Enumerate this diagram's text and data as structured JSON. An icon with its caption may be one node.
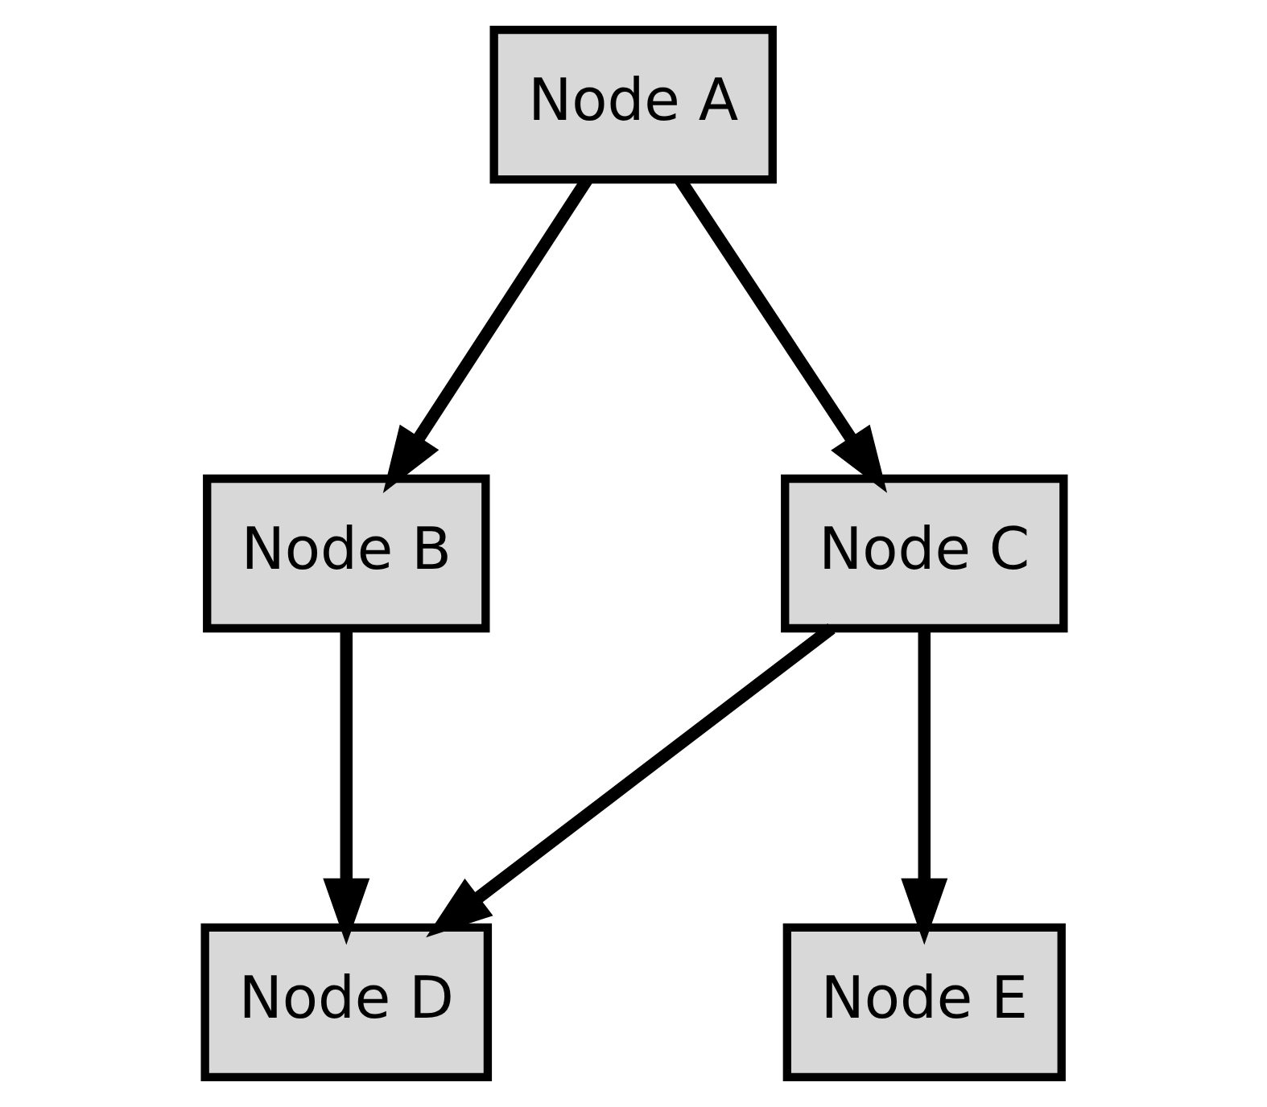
{
  "diagram": {
    "nodes": [
      {
        "text": [
          "Node A"
        ]
      },
      {
        "text": [
          "Node B"
        ]
      },
      {
        "text": [
          "Node C"
        ]
      },
      {
        "text": [
          "Node D"
        ]
      },
      {
        "text": [
          "Node E"
        ]
      }
    ],
    "edges": [
      {
        "from": 0,
        "to": 1,
        "arrow": "to"
      },
      {
        "from": 0,
        "to": 2,
        "arrow": "to"
      },
      {
        "from": 1,
        "to": 3,
        "arrow": "to"
      },
      {
        "from": 2,
        "to": 3,
        "arrow": "to"
      },
      {
        "from": 2,
        "to": 4,
        "arrow": "to"
      }
    ]
  }
}
